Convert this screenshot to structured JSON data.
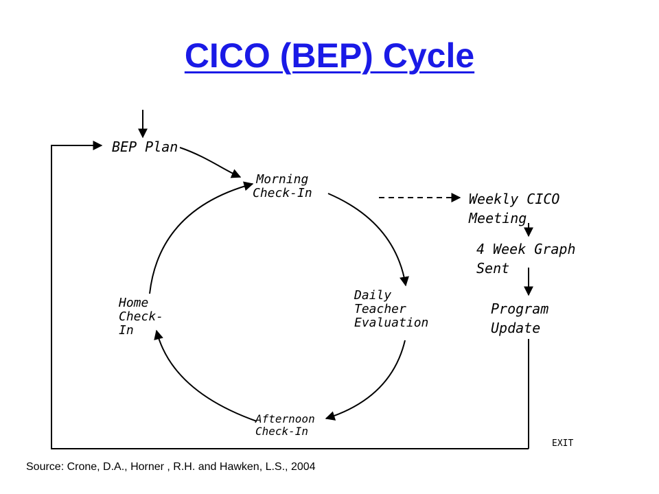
{
  "title": "CICO (BEP) Cycle",
  "nodes": {
    "bep_plan": "BEP Plan",
    "morning": "Morning\nCheck-In",
    "daily": "Daily\nTeacher\nEvaluation",
    "afternoon": "Afternoon\nCheck-In",
    "home": "Home\nCheck-\nIn",
    "weekly": "Weekly CICO\nMeeting",
    "graph": "4 Week Graph\nSent",
    "update": "Program\nUpdate",
    "exit": "EXIT"
  },
  "source": "Source: Crone, D.A., Horner , R.H. and Hawken, L.S., 2004"
}
